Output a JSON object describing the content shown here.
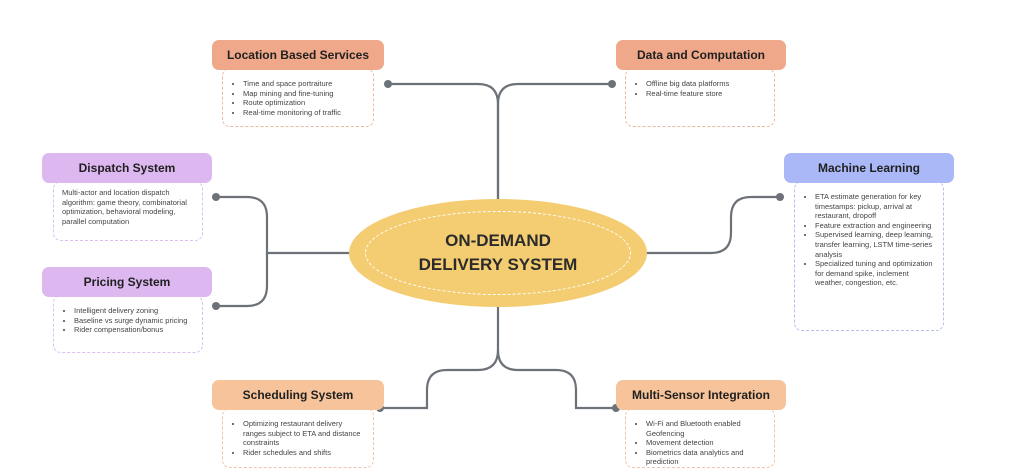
{
  "center": {
    "title_line1": "ON-DEMAND",
    "title_line2": "DELIVERY SYSTEM"
  },
  "nodes": {
    "location": {
      "title": "Location Based Services",
      "items": [
        "Time and space portraiture",
        "Map mining and fine-tuning",
        "Route optimization",
        "Real-time monitoring of traffic"
      ]
    },
    "data": {
      "title": "Data and Computation",
      "items": [
        "Offline big data platforms",
        "Real-time feature store"
      ]
    },
    "dispatch": {
      "title": "Dispatch System",
      "text": "Multi-actor and location dispatch algorithm: game theory, combinatorial optimization, behavioral modeling, parallel computation"
    },
    "ml": {
      "title": "Machine Learning",
      "items": [
        "ETA estimate generation for key timestamps: pickup, arrival at restaurant, dropoff",
        "Feature extraction and engineering",
        "Supervised learning, deep learning, transfer learning, LSTM time-series analysis",
        "Specialized tuning and optimization for demand spike, inclement weather, congestion, etc."
      ]
    },
    "pricing": {
      "title": "Pricing System",
      "items": [
        "Intelligent delivery zoning",
        "Baseline vs surge dynamic pricing",
        "Rider compensation/bonus"
      ]
    },
    "scheduling": {
      "title": "Scheduling System",
      "items": [
        "Optimizing restaurant delivery ranges subject to ETA and distance constraints",
        "Rider schedules and shifts"
      ]
    },
    "sensor": {
      "title": "Multi-Sensor Integration",
      "items": [
        "Wi-Fi and Bluetooth enabled Geofencing",
        "Movement detection",
        "Biometrics data analytics and prediction"
      ]
    }
  },
  "colors": {
    "center": "#f4cd72",
    "orange": "#f0a88a",
    "purple": "#ddb8f0",
    "blue": "#aab8f7",
    "peach": "#f6c39a",
    "connector": "#6d7278"
  }
}
